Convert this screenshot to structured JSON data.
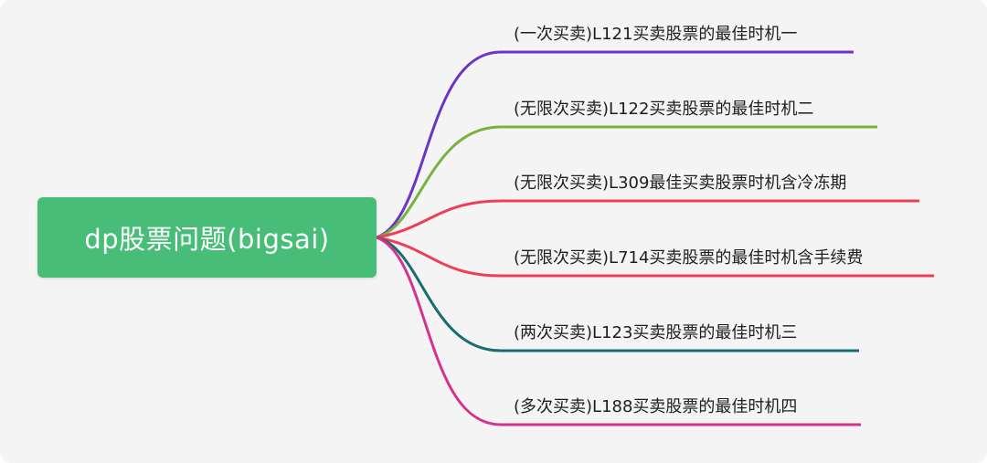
{
  "root": {
    "label": "dp股票问题(bigsai)",
    "color": "#47bd78"
  },
  "branches": [
    {
      "label": "(一次买卖)L121买卖股票的最佳时机一",
      "color": "#6a35c4"
    },
    {
      "label": "(无限次买卖)L122买卖股票的最佳时机二",
      "color": "#7ab23e"
    },
    {
      "label": "(无限次买卖)L309最佳买卖股票时机含冷冻期",
      "color": "#ee3e55"
    },
    {
      "label": "(无限次买卖)L714买卖股票的最佳时机含手续费",
      "color": "#ee3e55"
    },
    {
      "label": "(两次买卖)L123买卖股票的最佳时机三",
      "color": "#186e6e"
    },
    {
      "label": "(多次买卖)L188买卖股票的最佳时机四",
      "color": "#d4328f"
    }
  ]
}
